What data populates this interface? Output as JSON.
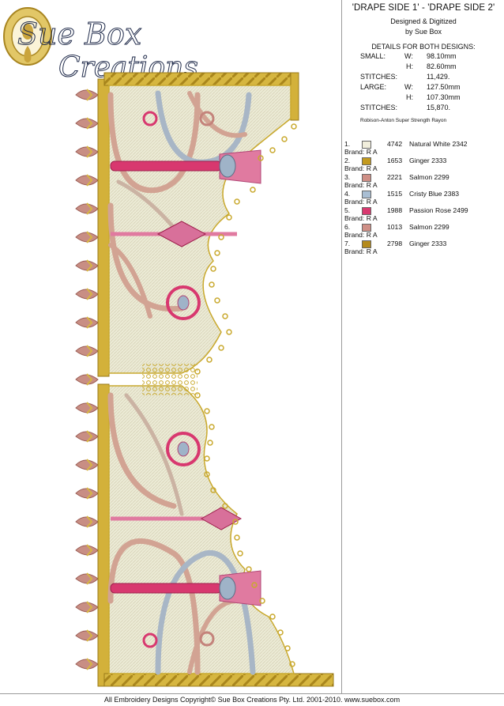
{
  "logo": {
    "line1": "Sue Box",
    "line2": "Creations"
  },
  "title": "'DRAPE SIDE 1' - 'DRAPE SIDE 2'",
  "credit_line1": "Designed & Digitized",
  "credit_line2": "by Sue Box",
  "details_heading": "DETAILS FOR BOTH DESIGNS:",
  "small": {
    "label": "SMALL:",
    "w_label": "W:",
    "w": "98.10mm",
    "h_label": "H:",
    "h": "82.60mm",
    "stitches_label": "STITCHES:",
    "stitches": "11,429."
  },
  "large": {
    "label": "LARGE:",
    "w_label": "W:",
    "w": "127.50mm",
    "h_label": "H:",
    "h": "107.30mm",
    "stitches_label": "STITCHES:",
    "stitches": "15,870."
  },
  "thread_note": "Robison-Anton Super Strength Rayon",
  "colors": [
    {
      "num": "1.",
      "code": "4742",
      "name": "Natural White 2342",
      "brand": "Brand: R A",
      "hex": "#f1eedc"
    },
    {
      "num": "2.",
      "code": "1653",
      "name": "Ginger 2333",
      "brand": "Brand: R A",
      "hex": "#c39a1f"
    },
    {
      "num": "3.",
      "code": "2221",
      "name": "Salmon 2299",
      "brand": "Brand: R A",
      "hex": "#cf8f86"
    },
    {
      "num": "4.",
      "code": "1515",
      "name": "Cristy Blue 2383",
      "brand": "Brand: R A",
      "hex": "#a9bed3"
    },
    {
      "num": "5.",
      "code": "1988",
      "name": "Passion Rose 2499",
      "brand": "Brand: R A",
      "hex": "#d8386f"
    },
    {
      "num": "6.",
      "code": "1013",
      "name": "Salmon 2299",
      "brand": "Brand: R A",
      "hex": "#cf8f86"
    },
    {
      "num": "7.",
      "code": "2798",
      "name": "Ginger 2333",
      "brand": "Brand: R A",
      "hex": "#b48a1c"
    }
  ],
  "footer": "All Embroidery Designs Copyright© Sue Box Creations Pty. Ltd. 2001-2010. www.suebox.com"
}
